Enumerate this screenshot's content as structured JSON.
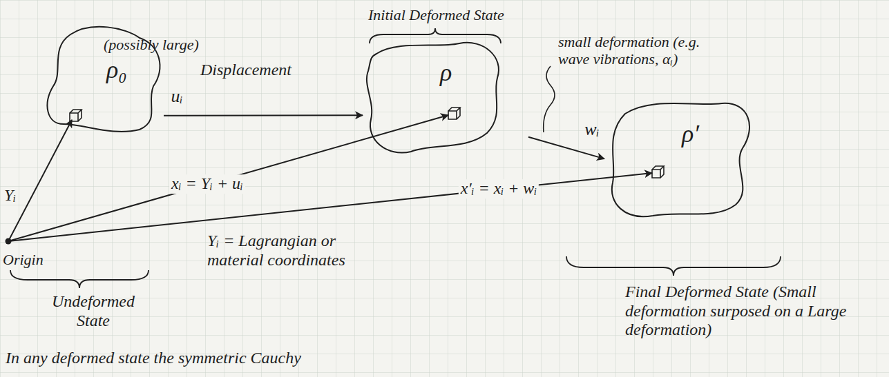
{
  "diagram": {
    "nodes": [
      {
        "text": [
          "ρ₀"
        ]
      },
      {
        "text": [
          "Initial Deformed State",
          "ρ"
        ]
      },
      {
        "text": [
          "ρ′"
        ]
      }
    ],
    "edges": [
      {
        "from": 0,
        "to": 1,
        "arrow": "to",
        "label": "uᵢ"
      },
      {
        "from": 1,
        "to": 2,
        "arrow": "to",
        "label": "wᵢ"
      }
    ],
    "labels": [
      "(possibly large)",
      "Displacement",
      "Yᵢ",
      "xᵢ = Yᵢ + uᵢ",
      "small deformation (e.g. wave vibrations, αᵢ)",
      "x′ᵢ = xᵢ + wᵢ",
      "Origin",
      "Yᵢ = Lagrangian or material coordinates",
      "Undeformed State",
      "Final Deformed State (Small deformation surposed on a Large deformation)",
      "In any deformed state the symmetric Cauchy"
    ]
  }
}
